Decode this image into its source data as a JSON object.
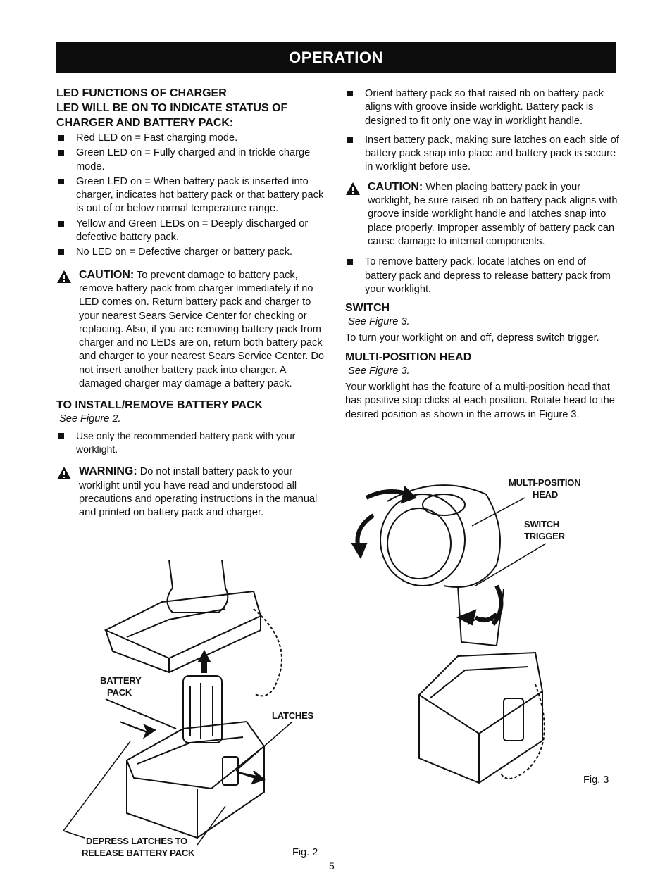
{
  "header": {
    "title": "OPERATION"
  },
  "left": {
    "led_heading_1": "LED FUNCTIONS OF CHARGER",
    "led_heading_2": "LED WILL BE ON TO INDICATE STATUS OF CHARGER AND BATTERY PACK:",
    "led_items": [
      "Red LED on = Fast charging mode.",
      "Green LED on = Fully charged and in trickle charge mode.",
      "Green LED on = When battery pack is inserted into charger, indicates hot battery pack or that battery pack is out of or below normal temperature range.",
      "Yellow and Green LEDs on = Deeply discharged or defective battery pack.",
      "No LED on = Defective charger or battery pack."
    ],
    "caution_lead": "CAUTION:",
    "caution_text": " To prevent damage to battery pack, remove battery pack from charger immediately if no LED comes on. Return battery pack and charger to your nearest Sears Service Center for checking or replacing. Also, if you are removing battery pack from charger and no LEDs are on, return both battery pack and charger to your nearest Sears Service Center. Do not insert another battery pack into charger. A damaged charger may damage a battery pack.",
    "install_heading": "TO INSTALL/REMOVE BATTERY PACK",
    "install_see": "See Figure 2.",
    "install_items": [
      "Use only the recommended battery pack with your worklight."
    ],
    "warning_lead": "WARNING:",
    "warning_text": " Do not install battery pack to your worklight until you have read and understood all precautions and operating instructions in the manual and printed on battery pack and charger."
  },
  "right": {
    "items_top": [
      "Orient battery pack so that raised rib on battery pack aligns with groove inside worklight. Battery pack is designed to fit only one way in worklight handle.",
      "Insert battery pack, making sure latches on each side of battery pack snap into place and battery pack is secure in worklight before use."
    ],
    "caution_lead": "CAUTION:",
    "caution_text": " When placing battery pack in your worklight, be sure raised rib on battery pack aligns with groove inside worklight handle and latches snap into place properly. Improper assembly of battery pack can cause damage to internal components.",
    "items_bottom": [
      "To remove battery pack, locate latches on end of battery pack and depress to release battery pack from your worklight."
    ],
    "switch_heading": "SWITCH",
    "switch_see": "See Figure 3.",
    "switch_text": "To turn your worklight on and off, depress switch trigger.",
    "multi_heading": "MULTI-POSITION HEAD",
    "multi_see": "See Figure 3.",
    "multi_text": "Your worklight has the feature of a multi-position head that has positive stop clicks at each position. Rotate head to the desired position as shown in the arrows in Figure 3."
  },
  "fig2": {
    "label_battery_1": "BATTERY",
    "label_battery_2": "PACK",
    "label_latches": "LATCHES",
    "label_depress_1": "DEPRESS LATCHES TO",
    "label_depress_2": "RELEASE BATTERY PACK",
    "caption": "Fig. 2"
  },
  "fig3": {
    "label_head_1": "MULTI-POSITION",
    "label_head_2": "HEAD",
    "label_switch_1": "SWITCH",
    "label_switch_2": "TRIGGER",
    "caption": "Fig. 3"
  },
  "footer": {
    "page_number": "5"
  }
}
